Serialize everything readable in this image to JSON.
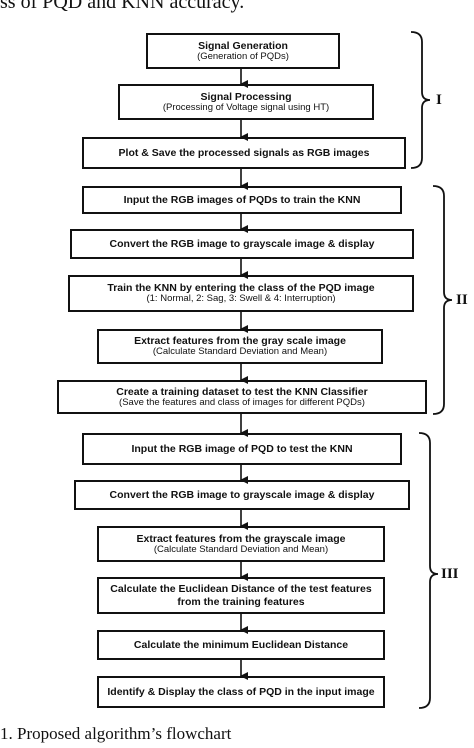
{
  "captions": {
    "top": "ss of PQD and KNN accuracy.",
    "bottom": "1. Proposed algorithm’s flowchart"
  },
  "stages": {
    "stage1": "I",
    "stage2": "II",
    "stage3": "III"
  },
  "boxes": [
    {
      "main": "Signal Generation",
      "sub": "(Generation of PQDs)"
    },
    {
      "main": "Signal Processing",
      "sub": "(Processing of Voltage signal using HT)"
    },
    {
      "main": "Plot & Save the processed signals as RGB images",
      "sub": ""
    },
    {
      "main": "Input the RGB images of PQDs to train the KNN",
      "sub": ""
    },
    {
      "main": "Convert the RGB image to grayscale image & display",
      "sub": ""
    },
    {
      "main": "Train the KNN by entering the class of the PQD image",
      "sub": "(1: Normal, 2: Sag, 3: Swell & 4: Interruption)"
    },
    {
      "main": "Extract features from the gray scale image",
      "sub": "(Calculate Standard Deviation and Mean)"
    },
    {
      "main": "Create a training dataset to test the KNN Classifier",
      "sub": "(Save the features and class of images for different PQDs)"
    },
    {
      "main": "Input the RGB image of PQD to test the KNN",
      "sub": ""
    },
    {
      "main": "Convert the RGB image to grayscale image & display",
      "sub": ""
    },
    {
      "main": "Extract features from the grayscale image",
      "sub": "(Calculate Standard Deviation and Mean)"
    },
    {
      "main": "Calculate the Euclidean Distance of the test features from the training features",
      "sub": ""
    },
    {
      "main": "Calculate the minimum Euclidean Distance",
      "sub": ""
    },
    {
      "main": "Identify & Display the class of PQD in the input image",
      "sub": ""
    }
  ],
  "colors": {
    "line": "#111111",
    "background": "#ffffff"
  }
}
